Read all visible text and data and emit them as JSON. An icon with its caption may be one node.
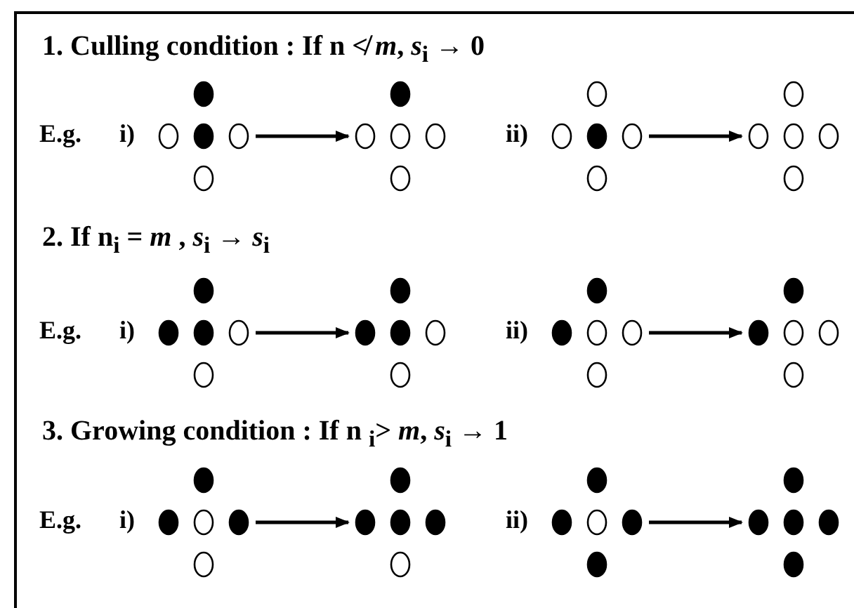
{
  "diagram": {
    "nodes": [
      {
        "text": [],
        "shape": "cross"
      },
      {
        "text": [],
        "shape": "cross"
      },
      {
        "text": [],
        "shape": "cross"
      },
      {
        "text": [],
        "shape": "cross"
      },
      {
        "text": [],
        "shape": "cross"
      },
      {
        "text": [],
        "shape": "cross"
      },
      {
        "text": [],
        "shape": "cross"
      },
      {
        "text": [],
        "shape": "cross"
      },
      {
        "text": [],
        "shape": "cross"
      },
      {
        "text": [],
        "shape": "cross"
      },
      {
        "text": [],
        "shape": "cross"
      },
      {
        "text": [],
        "shape": "cross"
      }
    ],
    "edges": [
      {
        "from": 0,
        "to": 1,
        "arrow": "to"
      },
      {
        "from": 2,
        "to": 3,
        "arrow": "to"
      },
      {
        "from": 4,
        "to": 5,
        "arrow": "to"
      },
      {
        "from": 6,
        "to": 7,
        "arrow": "to"
      },
      {
        "from": 8,
        "to": 9,
        "arrow": "to"
      },
      {
        "from": 10,
        "to": 11,
        "arrow": "to"
      }
    ],
    "labels": [
      "1. Culling condition : If n ≮ *m*,  *s*$_{i}$ → 0",
      "E.g.",
      "i)",
      "ii)",
      "2. If n$_{i}$ = *m* ,  *s*$_{i}$ → *s*$_{i}$",
      "E.g.",
      "i)",
      "ii)",
      "3. Growing condition : If n $_{i}$> *m*,  *s*$_{i}$ → 1",
      "E.g.",
      "i)",
      "ii)"
    ]
  }
}
